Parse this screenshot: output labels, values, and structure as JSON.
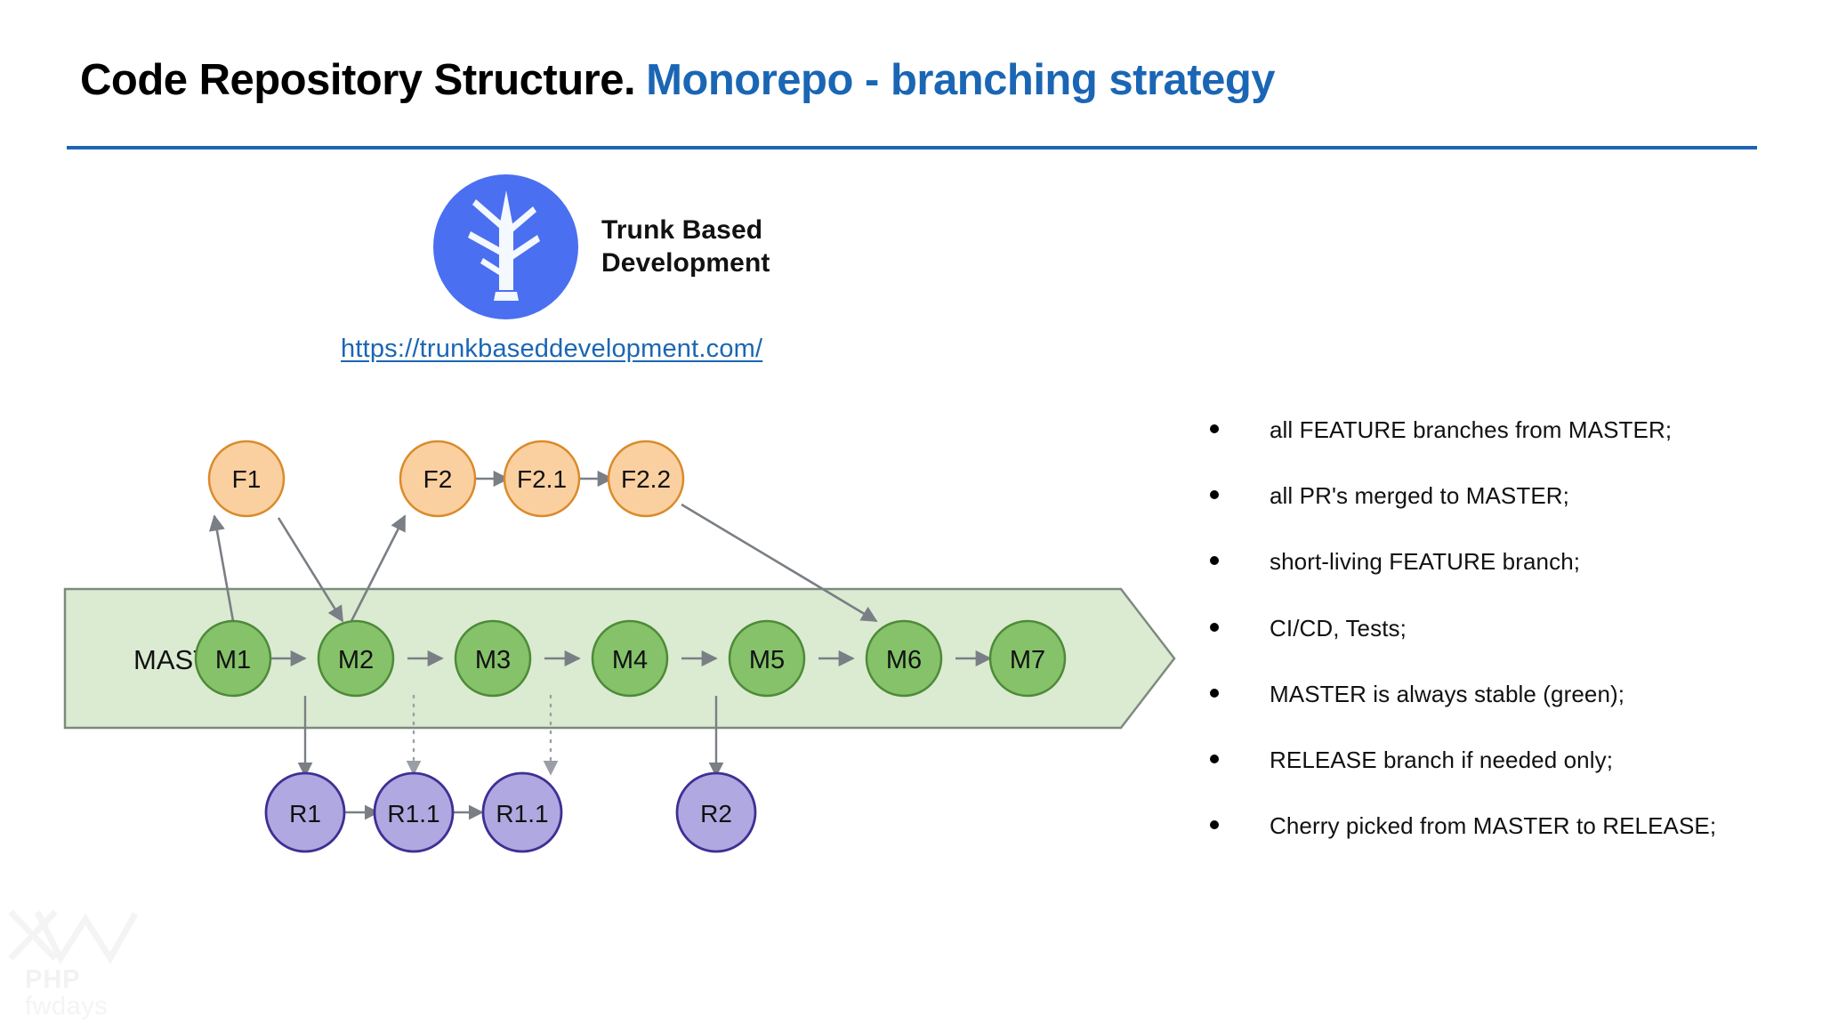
{
  "slide": {
    "title_main": "Code Repository Structure.",
    "title_accent": "Monorepo - branching strategy",
    "accent_color": "#1a66b4"
  },
  "logo": {
    "name": "trunk-based-development-logo",
    "line1": "Trunk Based",
    "line2": "Development",
    "circle_color": "#4a6ff0",
    "tree_color": "#ffffff",
    "link_text": "https://trunkbaseddevelopment.com/"
  },
  "diagram": {
    "master_label": "MASTER",
    "colors": {
      "master_band_fill": "#dbebd2",
      "master_band_stroke": "#7e8a7e",
      "master_node_fill": "#85c26a",
      "master_node_stroke": "#4e8a38",
      "feature_node_fill": "#fbd0a0",
      "feature_node_stroke": "#d98b2b",
      "release_node_fill": "#b0a8e0",
      "release_node_stroke": "#3f2f94",
      "edge": "#7a7f85",
      "text": "#111111"
    },
    "master_nodes": [
      {
        "id": "M1",
        "label": "M1"
      },
      {
        "id": "M2",
        "label": "M2"
      },
      {
        "id": "M3",
        "label": "M3"
      },
      {
        "id": "M4",
        "label": "M4"
      },
      {
        "id": "M5",
        "label": "M5"
      },
      {
        "id": "M6",
        "label": "M6"
      },
      {
        "id": "M7",
        "label": "M7"
      }
    ],
    "feature_nodes": [
      {
        "id": "F1",
        "label": "F1"
      },
      {
        "id": "F2",
        "label": "F2"
      },
      {
        "id": "F2.1",
        "label": "F2.1"
      },
      {
        "id": "F2.2",
        "label": "F2.2"
      }
    ],
    "release_nodes": [
      {
        "id": "R1",
        "label": "R1"
      },
      {
        "id": "R1.1a",
        "label": "R1.1"
      },
      {
        "id": "R1.1b",
        "label": "R1.1"
      },
      {
        "id": "R2",
        "label": "R2"
      }
    ],
    "edges": [
      {
        "from": "M1",
        "to": "M2",
        "style": "solid"
      },
      {
        "from": "M2",
        "to": "M3",
        "style": "solid"
      },
      {
        "from": "M3",
        "to": "M4",
        "style": "solid"
      },
      {
        "from": "M4",
        "to": "M5",
        "style": "solid"
      },
      {
        "from": "M5",
        "to": "M6",
        "style": "solid"
      },
      {
        "from": "M6",
        "to": "M7",
        "style": "solid"
      },
      {
        "from": "M1",
        "to": "F1",
        "style": "solid"
      },
      {
        "from": "F1",
        "to": "M2",
        "style": "solid"
      },
      {
        "from": "M2",
        "to": "F2",
        "style": "solid"
      },
      {
        "from": "F2",
        "to": "F2.1",
        "style": "solid"
      },
      {
        "from": "F2.1",
        "to": "F2.2",
        "style": "solid"
      },
      {
        "from": "F2.2",
        "to": "M6",
        "style": "solid"
      },
      {
        "from": "M2",
        "to": "R1",
        "style": "solid"
      },
      {
        "from": "M3",
        "to": "R1.1a",
        "style": "dotted"
      },
      {
        "from": "M4",
        "to": "R1.1b",
        "style": "dotted"
      },
      {
        "from": "M6",
        "to": "R2",
        "style": "solid"
      },
      {
        "from": "R1",
        "to": "R1.1a",
        "style": "solid"
      },
      {
        "from": "R1.1a",
        "to": "R1.1b",
        "style": "solid"
      }
    ]
  },
  "bullets": [
    "all FEATURE branches from MASTER;",
    "all PR's merged to MASTER;",
    "short-living FEATURE branch;",
    "CI/CD, Tests;",
    "MASTER is always stable (green);",
    "RELEASE branch if needed only;",
    "Cherry picked from MASTER to RELEASE;"
  ],
  "watermark": {
    "brand": "PHP",
    "sub": "fwdays"
  }
}
